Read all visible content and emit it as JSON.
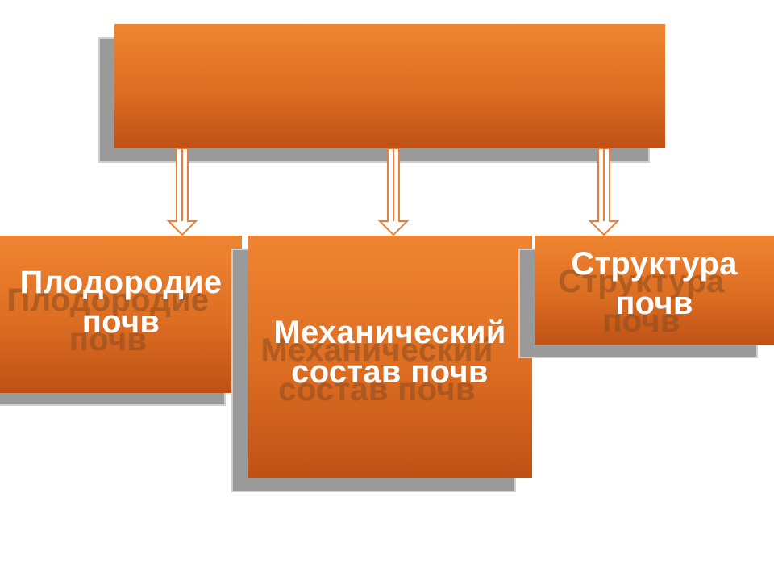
{
  "title_box": {
    "text": ""
  },
  "boxes": [
    {
      "id": "fertility",
      "label": "Плодородие\nпочв"
    },
    {
      "id": "mechanical",
      "label": "Механический\nсостав почв"
    },
    {
      "id": "structure",
      "label": "Структура\nпочв"
    }
  ],
  "colors": {
    "box_top": "#ef8531",
    "box_bottom": "#bf5116",
    "arrow": "#e8803a",
    "shadow": "#9a9a9a"
  }
}
